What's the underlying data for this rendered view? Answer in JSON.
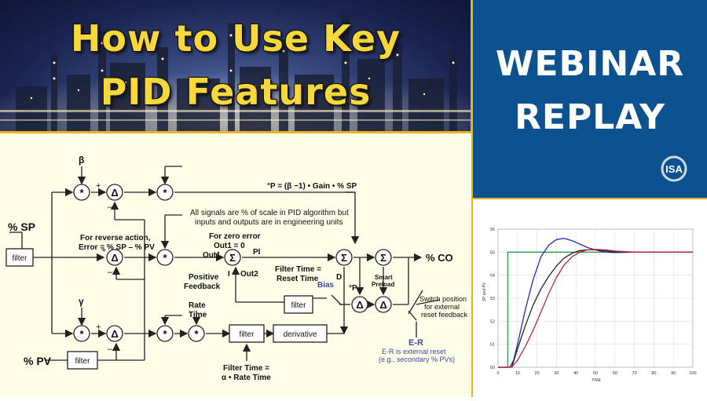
{
  "banner": {
    "title_line1": "How to Use Key",
    "title_line2": "PID Features"
  },
  "webinar": {
    "line1": "WEBINAR",
    "line2": "REPLAY",
    "logo_text": "ISA"
  },
  "diagram": {
    "beta": "β",
    "gamma": "γ",
    "sp_label": "% SP",
    "pv_label": "% PV",
    "filter": "filter",
    "derivative": "derivative",
    "co_label": "% CO",
    "p_formula": "°P = (β −1) • Gain • % SP",
    "note_line1": "All signals are % of scale in PID algorithm but",
    "note_line2": "inputs and outputs are in engineering units",
    "reverse_line1": "For reverse action,",
    "reverse_line2": "Error = % SP – % PV",
    "zero_error_line1": "For zero error",
    "zero_error_line2": "Out1 = 0",
    "out1": "Out1",
    "out2": "Out2",
    "pi": "PI",
    "i_label": "I",
    "d_label": "D",
    "p_label": "°P",
    "positive_feedback_1": "Positive",
    "positive_feedback_2": "Feedback",
    "rate_time_1": "Rate",
    "rate_time_2": "Time",
    "filter_reset_1": "Filter Time =",
    "filter_reset_2": "Reset Time",
    "bias": "Bias",
    "smart_preload_1": "Smart",
    "smart_preload_2": "Preload",
    "switch_1": "Switch position",
    "switch_2": "for external",
    "switch_3": "reset feedback",
    "er_label": "E-R",
    "er_note_1": "E-R  is external reset",
    "er_note_2": "(e.g., secondary % PVs)",
    "filter_rate_1": "Filter Time =",
    "filter_rate_2": "α • Rate Time",
    "plus": "+",
    "minus": "–",
    "mult": "*",
    "delta": "Δ",
    "sigma": "Σ"
  },
  "chart_data": {
    "type": "line",
    "title": "",
    "xlabel": "TIME",
    "ylabel": "SP and PV",
    "xlim": [
      0,
      100
    ],
    "ylim": [
      50,
      56
    ],
    "xticks": [
      0,
      10,
      20,
      30,
      40,
      50,
      60,
      70,
      80,
      90,
      100
    ],
    "yticks": [
      50,
      51,
      52,
      53,
      54,
      55,
      56
    ],
    "grid": true,
    "colors": {
      "sp": "#2a9a4a",
      "blue": "#1f2fb8",
      "black": "#222222",
      "red": "#c0204a"
    },
    "series": [
      {
        "key": "sp",
        "x": [
          0,
          5,
          5,
          100
        ],
        "y": [
          50,
          50,
          55,
          55
        ]
      },
      {
        "key": "blue",
        "x": [
          0,
          6,
          8,
          10,
          14,
          18,
          22,
          26,
          30,
          34,
          38,
          42,
          46,
          50,
          55,
          60,
          70,
          80,
          100
        ],
        "y": [
          50,
          50,
          50.3,
          51,
          52.5,
          53.8,
          54.8,
          55.3,
          55.55,
          55.6,
          55.5,
          55.35,
          55.2,
          55.1,
          55.0,
          54.98,
          55.0,
          55.0,
          55.0
        ]
      },
      {
        "key": "black",
        "x": [
          0,
          7,
          10,
          14,
          18,
          22,
          26,
          30,
          34,
          38,
          42,
          46,
          50,
          55,
          60,
          70,
          80,
          100
        ],
        "y": [
          50,
          50,
          50.8,
          51.8,
          52.7,
          53.4,
          53.95,
          54.4,
          54.75,
          54.95,
          55.07,
          55.1,
          55.1,
          55.06,
          55.02,
          55.0,
          55.0,
          55.0
        ]
      },
      {
        "key": "red",
        "x": [
          0,
          7,
          10,
          14,
          18,
          22,
          26,
          30,
          34,
          38,
          42,
          46,
          50,
          55,
          60,
          70,
          80,
          100
        ],
        "y": [
          50,
          50,
          50.3,
          50.9,
          51.6,
          52.4,
          53.2,
          53.9,
          54.45,
          54.8,
          55.0,
          55.1,
          55.12,
          55.1,
          55.05,
          55.0,
          55.0,
          55.0
        ]
      }
    ]
  }
}
